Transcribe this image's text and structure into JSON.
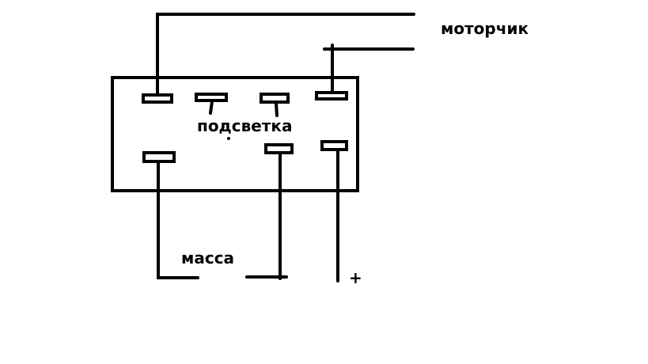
{
  "labels": {
    "motor": "моторчик",
    "backlight": "подсветка",
    "ground": "масса",
    "plus": "+"
  },
  "colors": {
    "ink": "#000000",
    "background": "#ffffff"
  }
}
